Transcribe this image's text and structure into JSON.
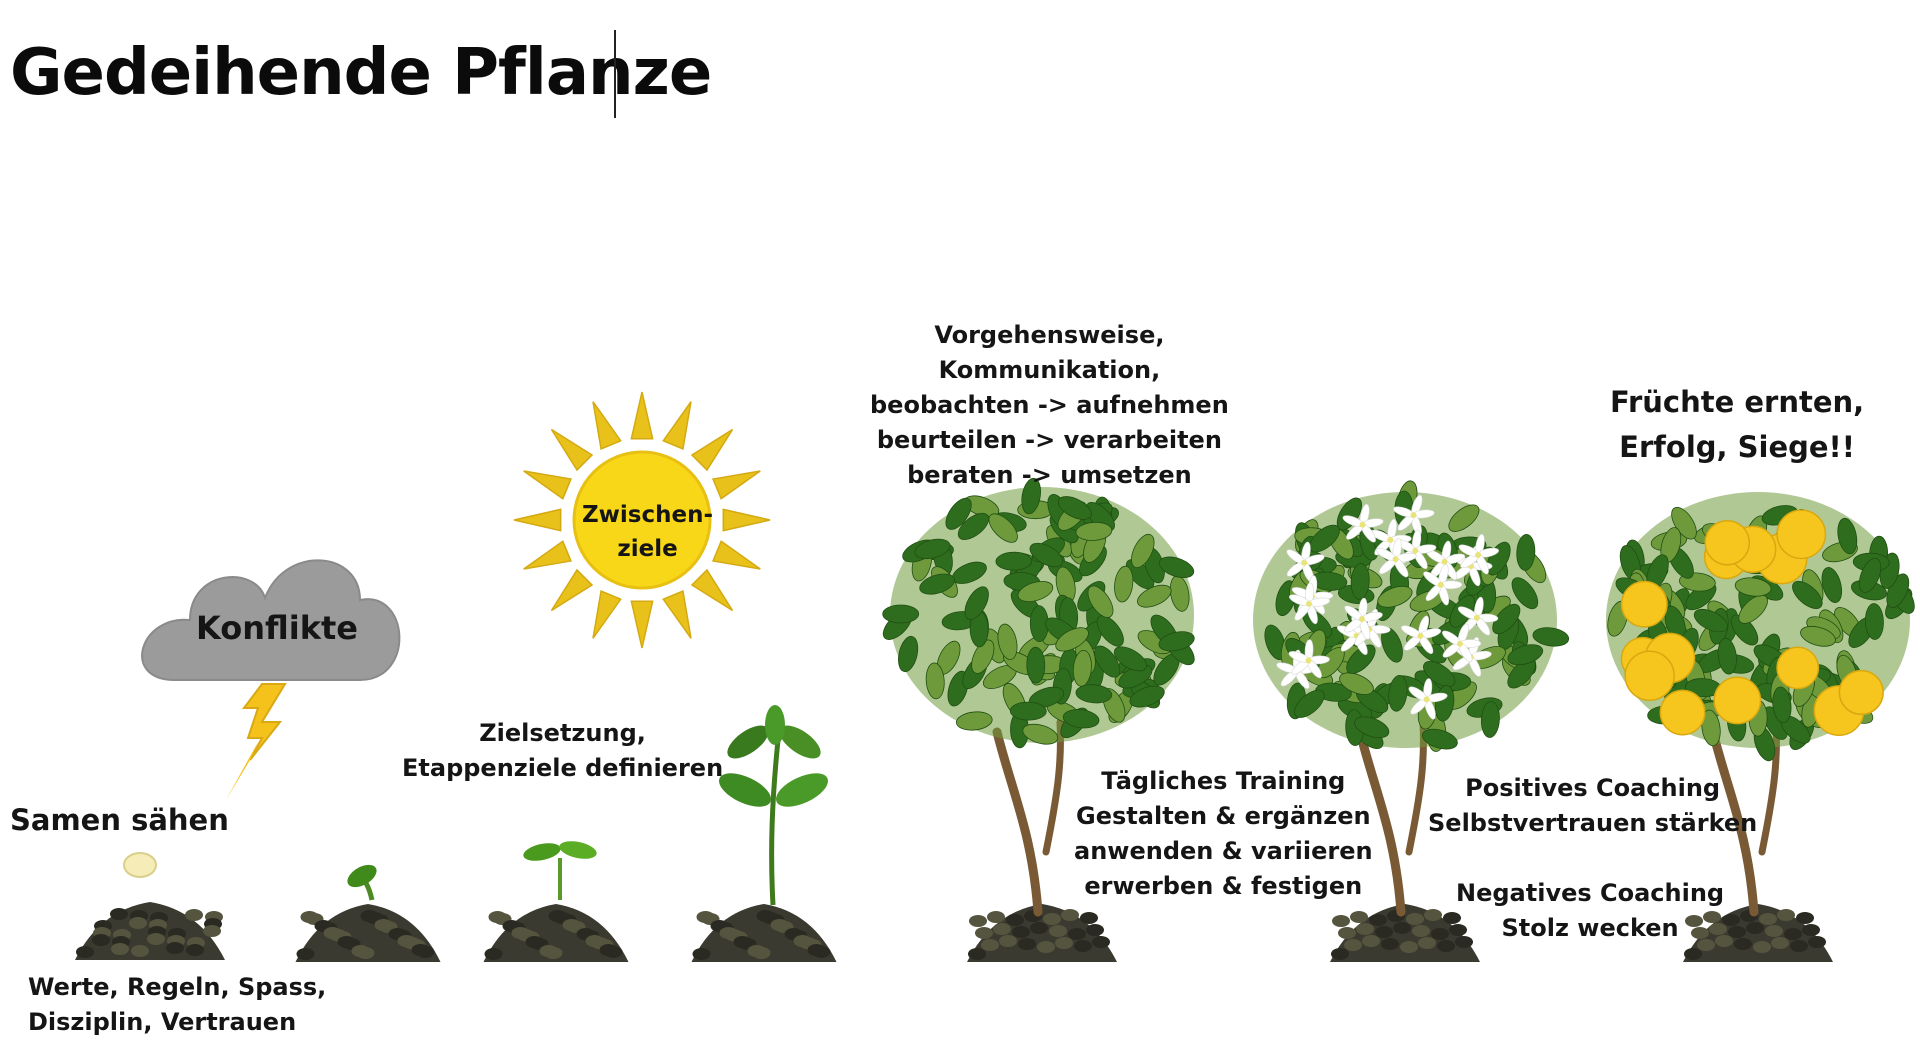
{
  "title": "Gedeihende Pflanze",
  "colors": {
    "soil": "#3a3a30",
    "leaf_dark": "#2f6d1e",
    "leaf_light": "#6f9a3c",
    "stem": "#7a5a34",
    "sun": "#f7d718",
    "sun_ray": "#e8c21a",
    "cloud": "#9a9a9a",
    "lightning": "#f4c21a",
    "fruit": "#f7c61e",
    "blossom": "#ffffff"
  },
  "icons": [
    "cloud-icon",
    "lightning-icon",
    "sun-icon",
    "seed-icon",
    "soil-icon",
    "sprout-icon",
    "seedling-icon",
    "young-plant-icon",
    "tree-icon",
    "flowering-tree-icon",
    "fruit-tree-icon"
  ],
  "labels": {
    "konflikte": "Konflikte",
    "zwischenziele": [
      "Zwischen-",
      "ziele"
    ],
    "samen": "Samen sähen",
    "werte": [
      "Werte, Regeln, Spass,",
      "Disziplin, Vertrauen"
    ],
    "zielsetzung": [
      "Zielsetzung,",
      "Etappenziele definieren"
    ],
    "vorgehen": [
      "Vorgehensweise,",
      "Kommunikation,",
      "beobachten -> aufnehmen",
      "beurteilen -> verarbeiten",
      "beraten -> umsetzen"
    ],
    "training": [
      "Tägliches Training",
      "Gestalten & ergänzen",
      "anwenden & variieren",
      "erwerben & festigen"
    ],
    "positiv": [
      "Positives Coaching",
      "Selbstvertrauen stärken"
    ],
    "negativ": [
      "Negatives Coaching",
      "Stolz wecken"
    ],
    "fruechte": [
      "Früchte ernten,",
      "Erfolg, Siege!!"
    ]
  }
}
